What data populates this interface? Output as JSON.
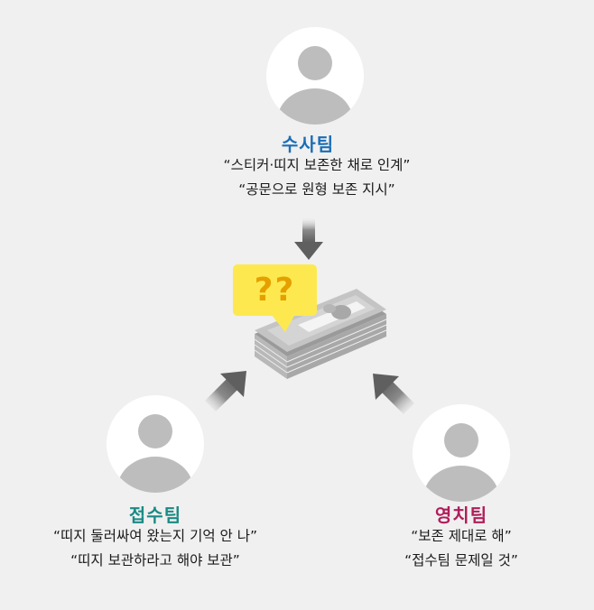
{
  "center": {
    "bubble_text": "??",
    "colors": {
      "bubble": "#fde94f",
      "bubble_text": "#e5a000",
      "money": "#c8c8c8"
    }
  },
  "teams": {
    "investigation": {
      "name": "수사팀",
      "color": "#1a6db5",
      "quotes": [
        "“스티커·띠지 보존한 채로 인계”",
        "“공문으로 원형 보존 지시”"
      ]
    },
    "receiving": {
      "name": "접수팀",
      "color": "#1a8a86",
      "quotes": [
        "“띠지 둘러싸여 왔는지 기억 안 나”",
        "“띠지 보관하라고 해야 보관”"
      ]
    },
    "custody": {
      "name": "영치팀",
      "color": "#b01d5a",
      "quotes": [
        "“보존 제대로 해”",
        "“접수팀 문제일 것”"
      ]
    }
  },
  "icons": {
    "avatar": "person-silhouette-icon",
    "arrow": "arrow-icon",
    "center": "cash-bundle-icon"
  }
}
